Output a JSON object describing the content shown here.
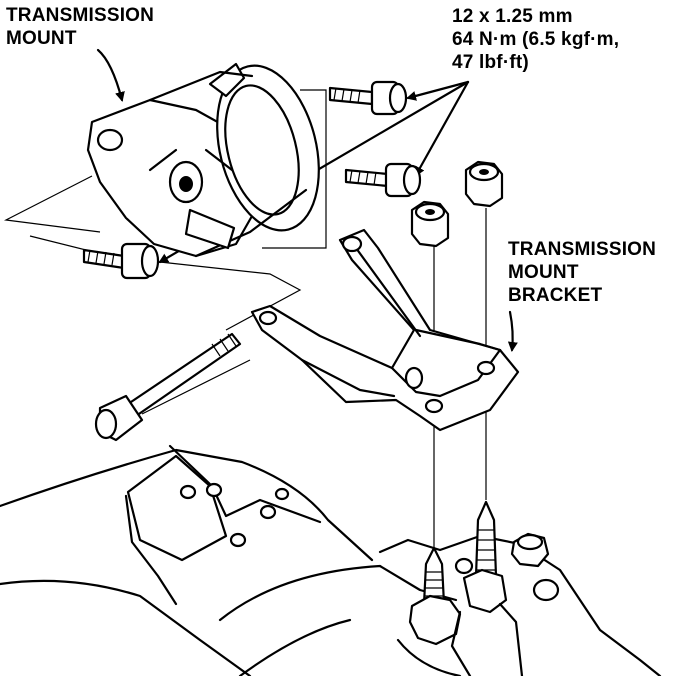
{
  "labels": {
    "transmission_mount": [
      "TRANSMISSION",
      "MOUNT"
    ],
    "bolt_spec": [
      "12 x 1.25 mm",
      "64 N·m (6.5 kgf·m,",
      "47 lbf·ft)"
    ],
    "mount_bracket": [
      "TRANSMISSION",
      "MOUNT",
      "BRACKET"
    ]
  },
  "colors": {
    "ink": "#000000",
    "paper": "#ffffff"
  },
  "icons": [
    "arrow-icon",
    "bolt-icon",
    "nut-icon",
    "stud-icon"
  ]
}
